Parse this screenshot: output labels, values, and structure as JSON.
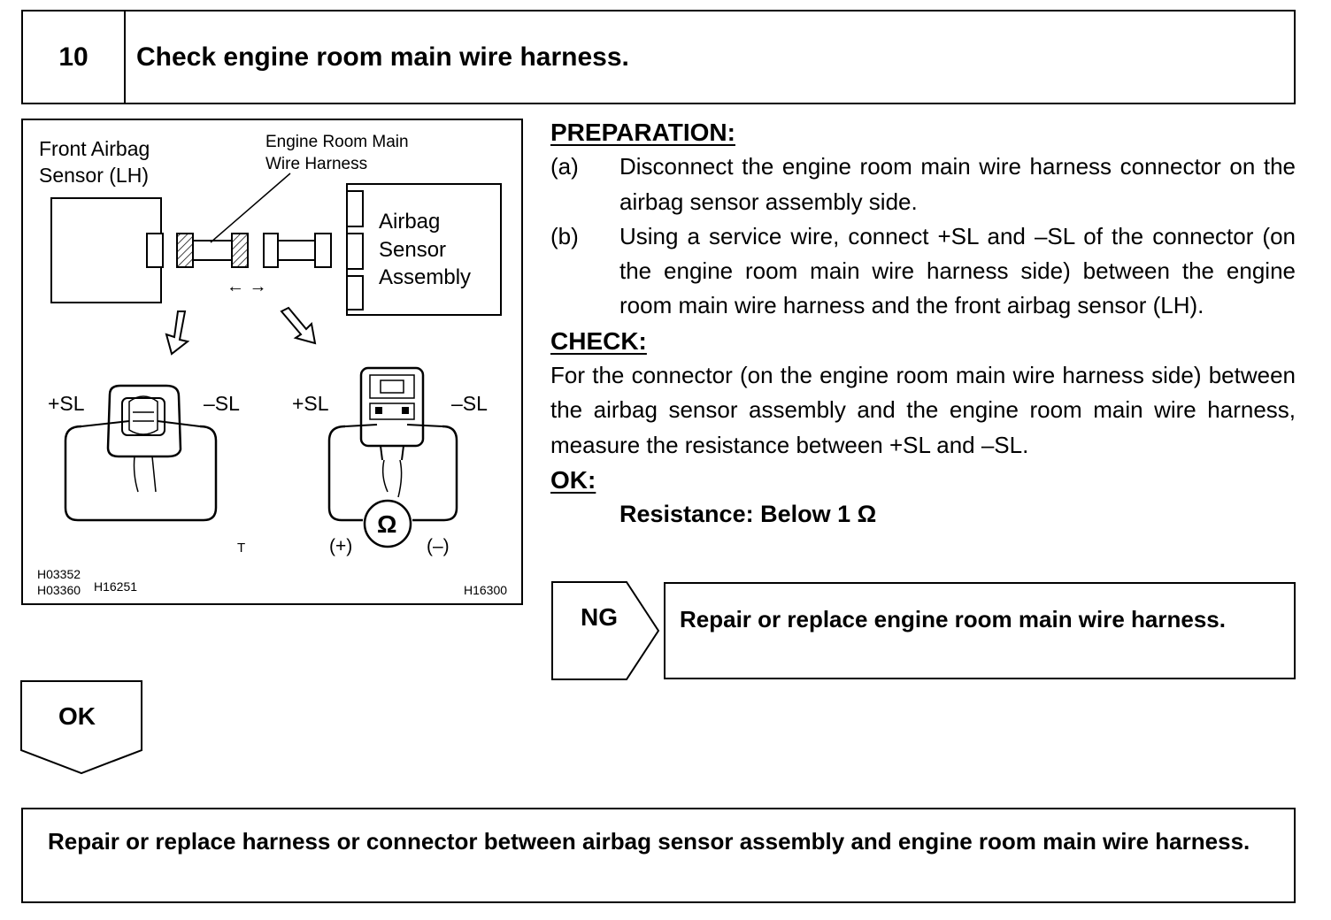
{
  "step": {
    "number": "10",
    "title": "Check engine room main wire harness."
  },
  "figure": {
    "labels": {
      "front_sensor_line1": "Front Airbag",
      "front_sensor_line2": "Sensor (LH)",
      "harness_line1": "Engine  Room  Main",
      "harness_line2": "Wire Harness",
      "assembly_line1": "Airbag",
      "assembly_line2": "Sensor",
      "assembly_line3": "Assembly",
      "disconnect_arrows": "← →",
      "plus_sl_left": "+SL",
      "minus_sl_left": "–SL",
      "plus_sl_right": "+SL",
      "minus_sl_right": "–SL",
      "ohm_symbol": "Ω",
      "probe_plus": "(+)",
      "probe_minus": "(–)",
      "t_mark": "T",
      "code_1": "H03352",
      "code_2": "H03360",
      "code_3": "H16251",
      "code_4": "H16300"
    }
  },
  "preparation": {
    "heading": "PREPARATION:",
    "items": [
      {
        "label": "(a)",
        "text": "Disconnect the engine room main wire harness connector on the airbag sensor assembly side."
      },
      {
        "label": "(b)",
        "text": "Using a service wire, connect +SL and –SL of the connector (on the engine room main wire harness side) between the engine room main wire harness and the front airbag sensor (LH)."
      }
    ]
  },
  "check": {
    "heading": "CHECK:",
    "text": "For the connector (on the engine room main wire harness side) between the airbag sensor assembly and the engine room main wire harness, measure the resistance between +SL and –SL."
  },
  "ok_spec": {
    "heading": "OK:",
    "spec": "Resistance: Below 1 Ω"
  },
  "ng_branch": {
    "tag": "NG",
    "action": "Repair or replace engine room main wire harness."
  },
  "ok_branch": {
    "tag": "OK",
    "action": "Repair or replace harness or connector between airbag sensor assembly and engine room main wire harness."
  }
}
